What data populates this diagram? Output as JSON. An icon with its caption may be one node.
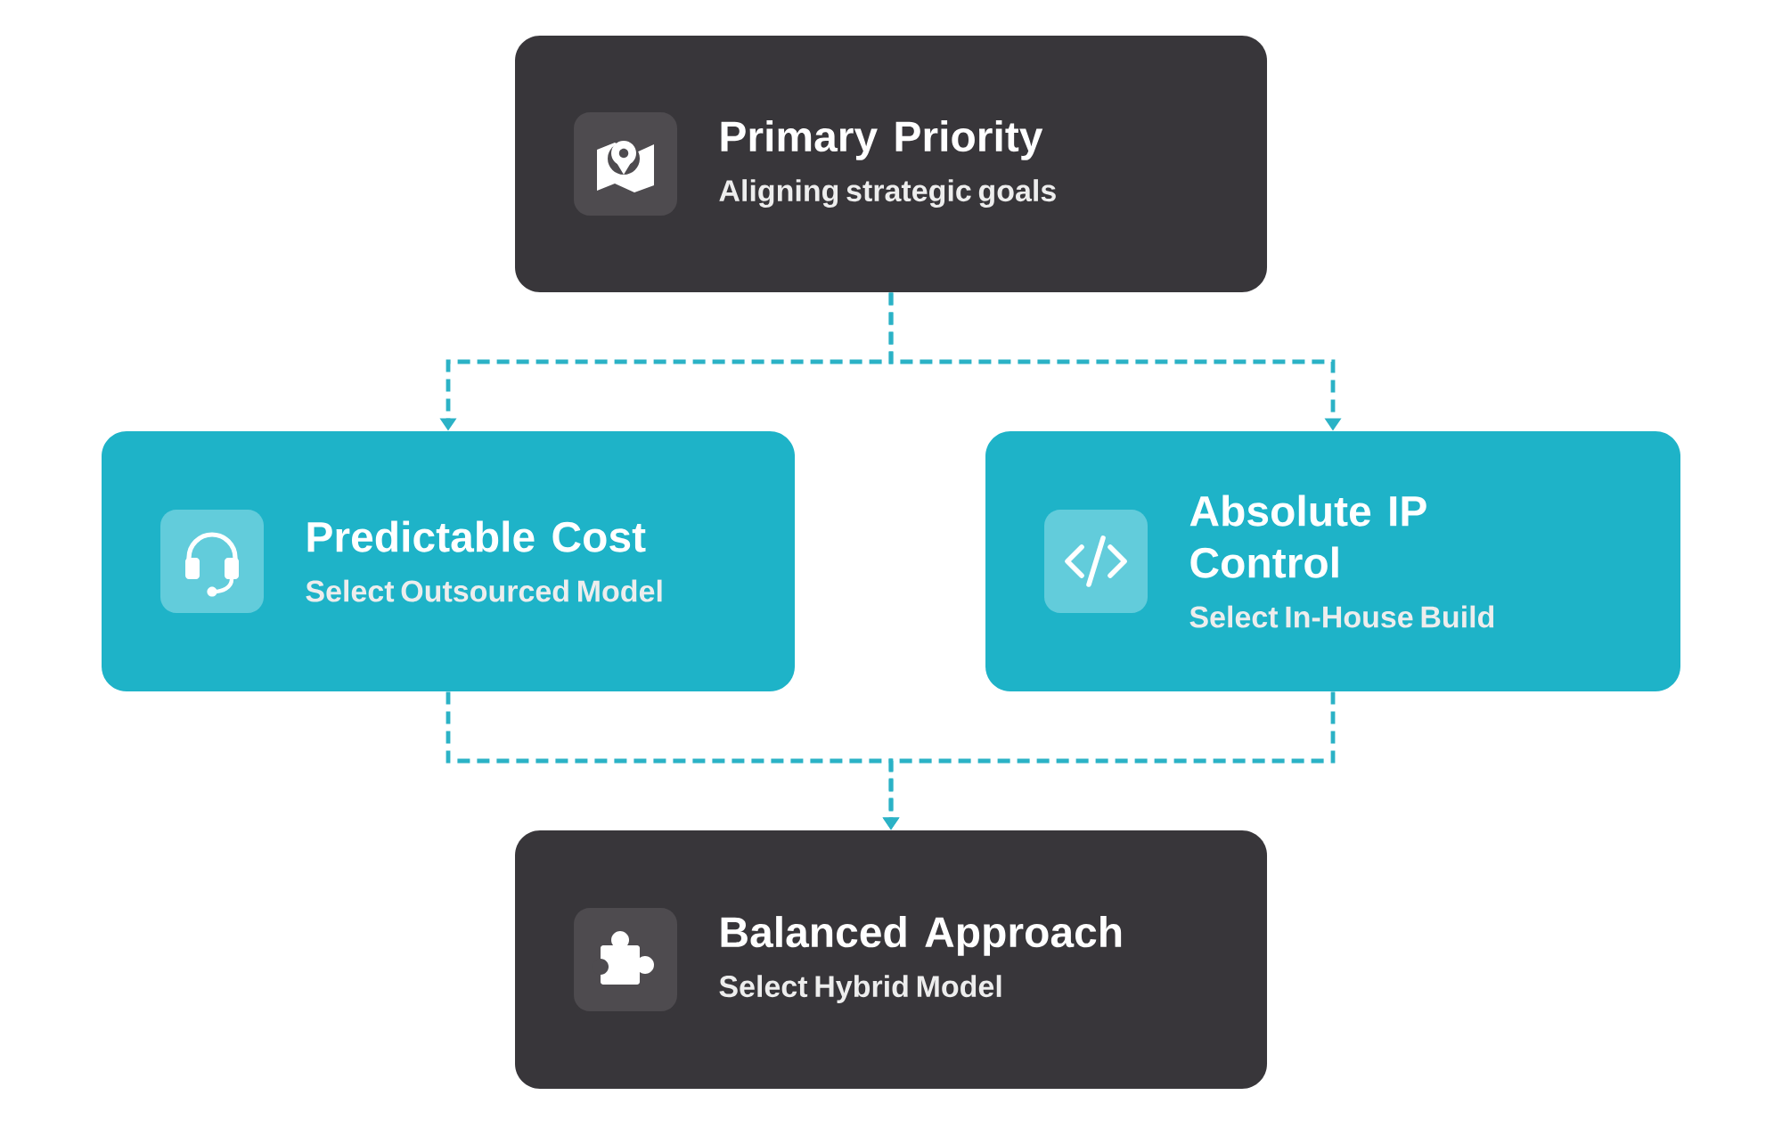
{
  "diagram": {
    "nodes": [
      {
        "text": [
          "Primary Priority",
          "Aligning strategic goals"
        ]
      },
      {
        "text": [
          "Predictable Cost",
          "Select Outsourced Model"
        ]
      },
      {
        "text": [
          "Absolute IP Control",
          "Select In-House Build"
        ]
      },
      {
        "text": [
          "Balanced Approach",
          "Select Hybrid Model"
        ]
      }
    ],
    "edges": [
      {
        "from": 0,
        "to": 1,
        "arrow": "to",
        "style": "dashed"
      },
      {
        "from": 0,
        "to": 2,
        "arrow": "to",
        "style": "dashed"
      },
      {
        "from": 1,
        "to": 3,
        "arrow": "to",
        "style": "dashed"
      },
      {
        "from": 2,
        "to": 3,
        "arrow": "to",
        "style": "dashed"
      }
    ]
  }
}
